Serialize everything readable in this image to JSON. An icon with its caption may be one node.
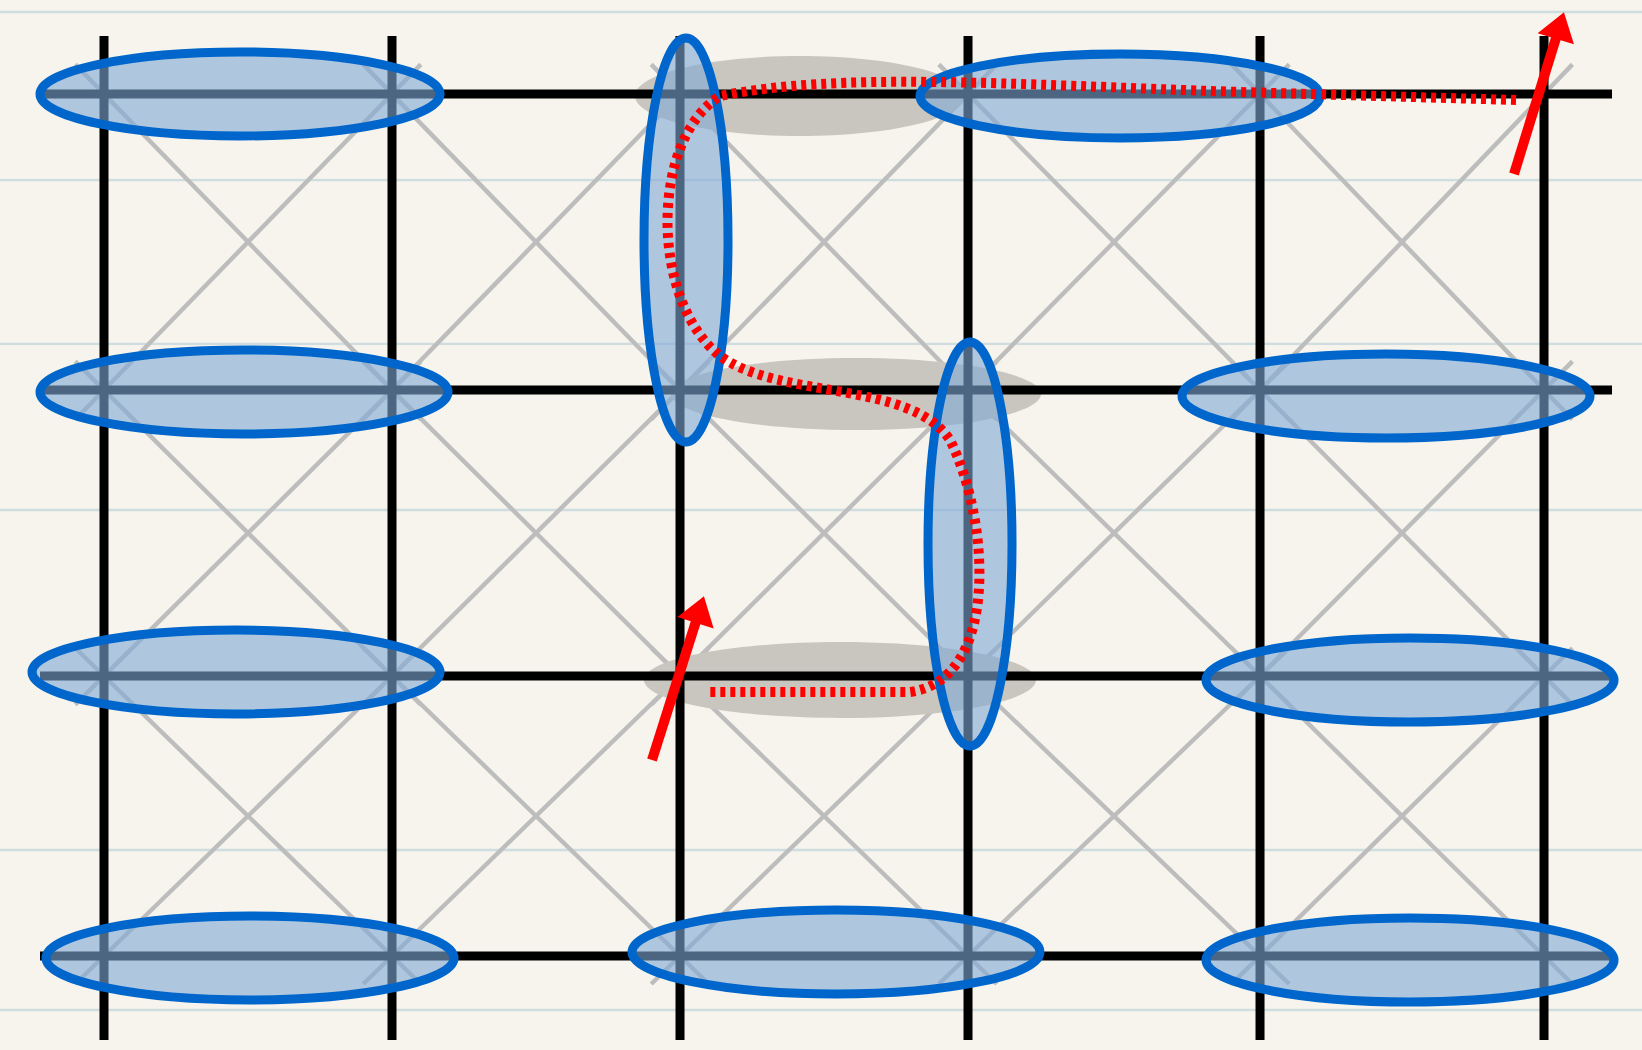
{
  "diagram": {
    "nodes": [
      {
        "text": [],
        "shape": "ellipse"
      },
      {
        "text": [],
        "shape": "ellipse"
      },
      {
        "text": [],
        "shape": "ellipse"
      },
      {
        "text": [],
        "shape": "ellipse"
      },
      {
        "text": [],
        "shape": "ellipse"
      },
      {
        "text": [],
        "shape": "ellipse"
      },
      {
        "text": [],
        "shape": "ellipse"
      },
      {
        "text": [],
        "shape": "ellipse"
      },
      {
        "text": [],
        "shape": "ellipse"
      },
      {
        "text": [],
        "shape": "ellipse"
      },
      {
        "text": [],
        "shape": "ellipse"
      },
      {
        "text": [],
        "shape": "ellipse"
      },
      {
        "text": [],
        "shape": "ellipse"
      },
      {
        "text": [],
        "shape": "ellipse"
      }
    ]
  }
}
